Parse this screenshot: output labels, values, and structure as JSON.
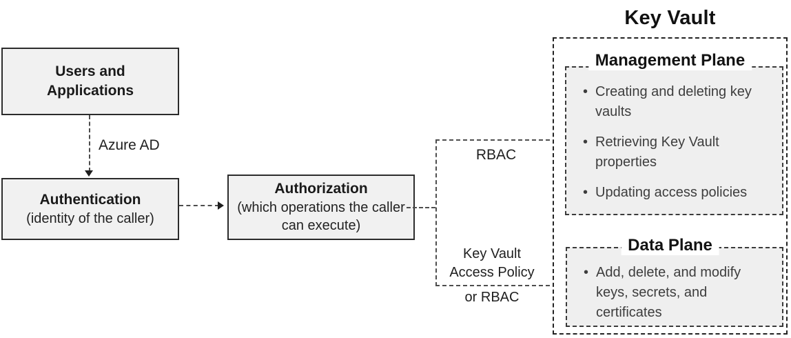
{
  "nodes": {
    "users": {
      "line1": "Users and",
      "line2": "Applications"
    },
    "authentication": {
      "title": "Authentication",
      "subtitle": "(identity of the caller)"
    },
    "authorization": {
      "title": "Authorization",
      "subtitle": "(which operations the caller can execute)"
    }
  },
  "edge_labels": {
    "azure_ad": "Azure AD",
    "rbac": "RBAC",
    "access_policy_line1": "Key Vault",
    "access_policy_line2": "Access Policy",
    "access_policy_line3": "or RBAC"
  },
  "key_vault": {
    "title": "Key Vault",
    "management_plane": {
      "title": "Management Plane",
      "bullets": [
        "Creating and deleting key vaults",
        "Retrieving Key Vault properties",
        "Updating access policies"
      ]
    },
    "data_plane": {
      "title": "Data Plane",
      "bullets": [
        "Add, delete, and modify keys, secrets, and certificates"
      ]
    }
  },
  "bullet_glyph": "•",
  "colors": {
    "node_fill": "#f1f1f1",
    "node_border": "#2b2b2b",
    "plane_fill": "#efefef",
    "dashed_line": "#4d4d4d",
    "text": "#262626"
  }
}
